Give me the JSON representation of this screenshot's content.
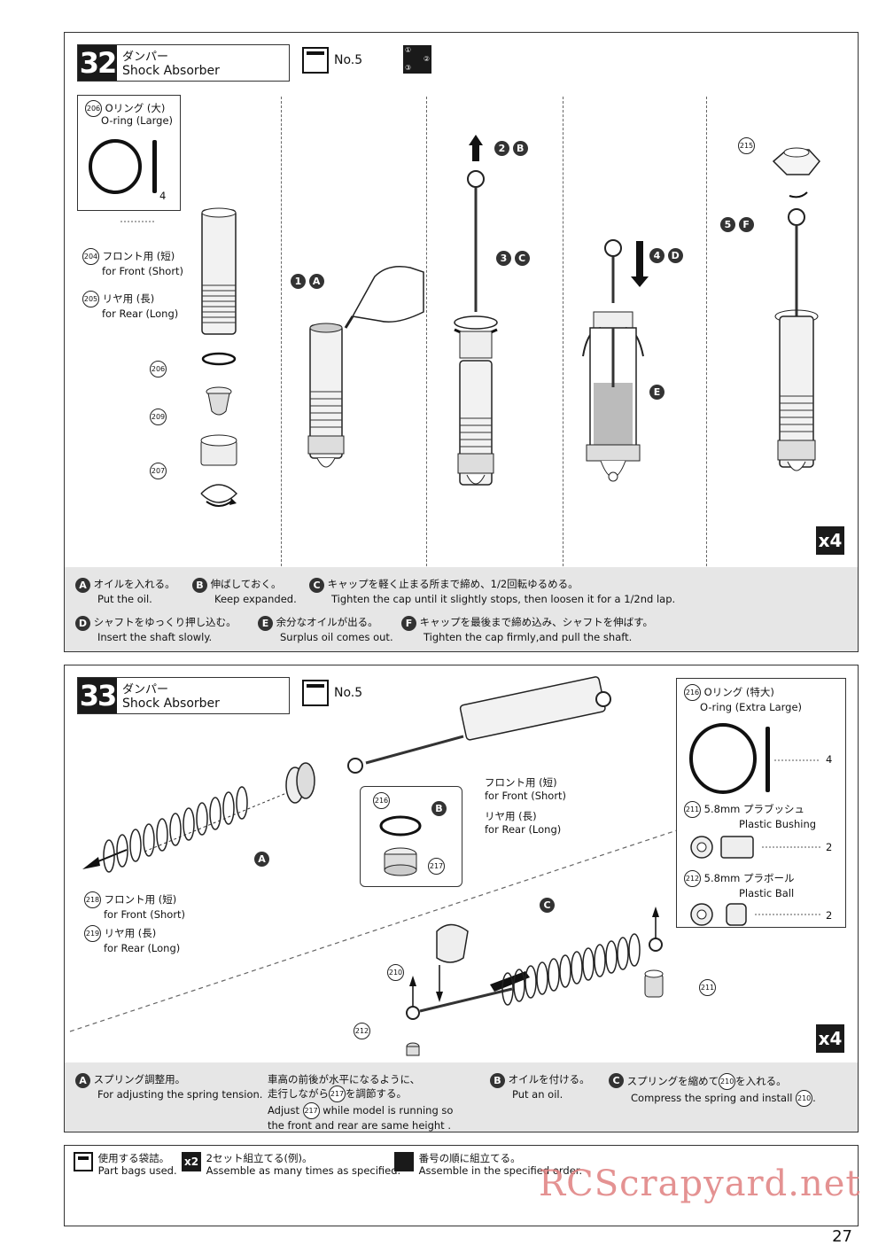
{
  "step32": {
    "number": "32",
    "title_jp": "ダンパー",
    "title_en": "Shock Absorber",
    "bag": "No.5",
    "sequence_icon": [
      "①",
      "②",
      "③"
    ],
    "oring": {
      "num": "206",
      "jp": "Oリング (大)",
      "en": "O-ring (Large)",
      "qty": "4"
    },
    "parts": [
      {
        "num": "204",
        "jp": "フロント用 (短)",
        "en": "for Front (Short)"
      },
      {
        "num": "205",
        "jp": "リヤ用 (長)",
        "en": "for Rear (Long)"
      }
    ],
    "callouts": [
      "206",
      "209",
      "207",
      "215"
    ],
    "steps": [
      {
        "n": "1",
        "l": "A"
      },
      {
        "n": "2",
        "l": "B"
      },
      {
        "n": "3",
        "l": "C"
      },
      {
        "n": "4",
        "l": "D"
      },
      {
        "n": "5",
        "l": "F"
      }
    ],
    "e_label": "E",
    "multiplier": "x4",
    "notes": [
      {
        "letter": "A",
        "jp": "オイルを入れる。",
        "en": "Put the oil."
      },
      {
        "letter": "B",
        "jp": "伸ばしておく。",
        "en": "Keep expanded."
      },
      {
        "letter": "C",
        "jp": "キャップを軽く止まる所まで締め、1/2回転ゆるめる。",
        "en": "Tighten the cap until it slightly stops, then loosen it for a 1/2nd lap."
      },
      {
        "letter": "D",
        "jp": "シャフトをゆっくり押し込む。",
        "en": "Insert the shaft slowly."
      },
      {
        "letter": "E",
        "jp": "余分なオイルが出る。",
        "en": "Surplus oil comes out."
      },
      {
        "letter": "F",
        "jp": "キャップを最後まで締め込み、シャフトを伸ばす。",
        "en": "Tighten the cap firmly,and pull the shaft."
      }
    ]
  },
  "step33": {
    "number": "33",
    "title_jp": "ダンパー",
    "title_en": "Shock Absorber",
    "bag": "No.5",
    "body_parts": [
      {
        "jp": "フロント用 (短)",
        "en": "for Front (Short)"
      },
      {
        "jp": "リヤ用 (長)",
        "en": "for Rear (Long)"
      }
    ],
    "springs": [
      {
        "num": "218",
        "jp": "フロント用 (短)",
        "en": "for Front (Short)"
      },
      {
        "num": "219",
        "jp": "リヤ用 (長)",
        "en": "for Rear (Long)"
      }
    ],
    "callouts": [
      "216",
      "217",
      "210",
      "211",
      "212"
    ],
    "letters": {
      "a": "A",
      "b": "B",
      "c": "C"
    },
    "parts_list": [
      {
        "num": "216",
        "jp": "Oリング (特大)",
        "en": "O-ring (Extra Large)",
        "qty": "4"
      },
      {
        "num": "211",
        "size": "5.8mm",
        "jp": "プラブッシュ",
        "en": "Plastic Bushing",
        "qty": "2"
      },
      {
        "num": "212",
        "size": "5.8mm",
        "jp": "プラボール",
        "en": "Plastic Ball",
        "qty": "2"
      }
    ],
    "multiplier": "x4",
    "notes": {
      "a_jp": "スプリング調整用。",
      "a_en": "For adjusting the spring tension.",
      "mid_jp1": "車高の前後が水平になるように、",
      "mid_jp2_pre": "走行しながら",
      "mid_num": "217",
      "mid_jp2_post": "を調節する。",
      "mid_en1_pre": "Adjust",
      "mid_en1_post": "while model is running so",
      "mid_en2": "the front and rear are same height .",
      "b_jp": "オイルを付ける。",
      "b_en": "Put an oil.",
      "c_jp_pre": "スプリングを縮めて",
      "c_jp_num": "210",
      "c_jp_post": "を入れる。",
      "c_en_pre": "Compress the spring and install",
      "c_en_num": "210",
      "c_en_post": "."
    }
  },
  "legend": [
    {
      "jp": "使用する袋詰。",
      "en": "Part bags used."
    },
    {
      "icon": "x2",
      "jp": "2セット組立てる(例)。",
      "en": "Assemble as many times as specified."
    },
    {
      "jp": "番号の順に組立てる。",
      "en": "Assemble in the specified order."
    }
  ],
  "watermark": "RCScrapyard.net",
  "page_number": "27"
}
